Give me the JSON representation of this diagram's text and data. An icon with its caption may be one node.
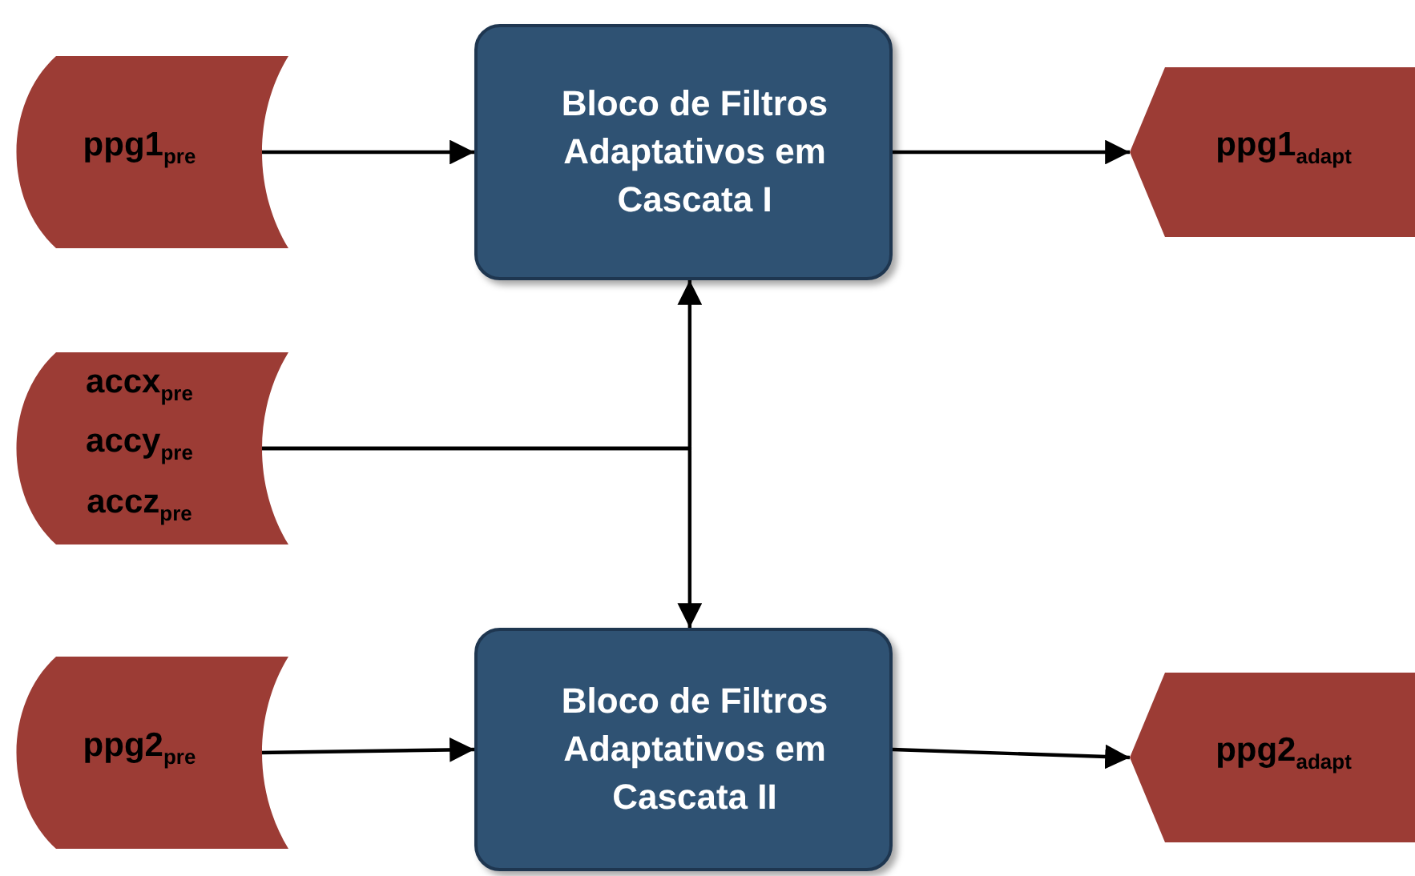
{
  "diagram": {
    "nodes": [
      {
        "text": [
          "ppg1$_{pre}$"
        ]
      },
      {
        "text": [
          "Bloco de Filtros Adaptativos em Cascata I"
        ]
      },
      {
        "text": [
          "ppg1$_{adapt}$"
        ]
      },
      {
        "text": [
          "accx$_{pre}$",
          "accy$_{pre}$",
          "accz$_{pre}$"
        ]
      },
      {
        "text": [
          "ppg2$_{pre}$"
        ]
      },
      {
        "text": [
          "Bloco de Filtros Adaptativos em Cascata II"
        ]
      },
      {
        "text": [
          "ppg2$_{adapt}$"
        ]
      }
    ],
    "edges": [
      {
        "from": 0,
        "to": 1,
        "arrow": "to"
      },
      {
        "from": 1,
        "to": 2,
        "arrow": "to"
      },
      {
        "from": 3,
        "to": 1,
        "arrow": "to"
      },
      {
        "from": 3,
        "to": 5,
        "arrow": "to"
      },
      {
        "from": 4,
        "to": 5,
        "arrow": "to"
      },
      {
        "from": 5,
        "to": 6,
        "arrow": "to"
      }
    ]
  }
}
